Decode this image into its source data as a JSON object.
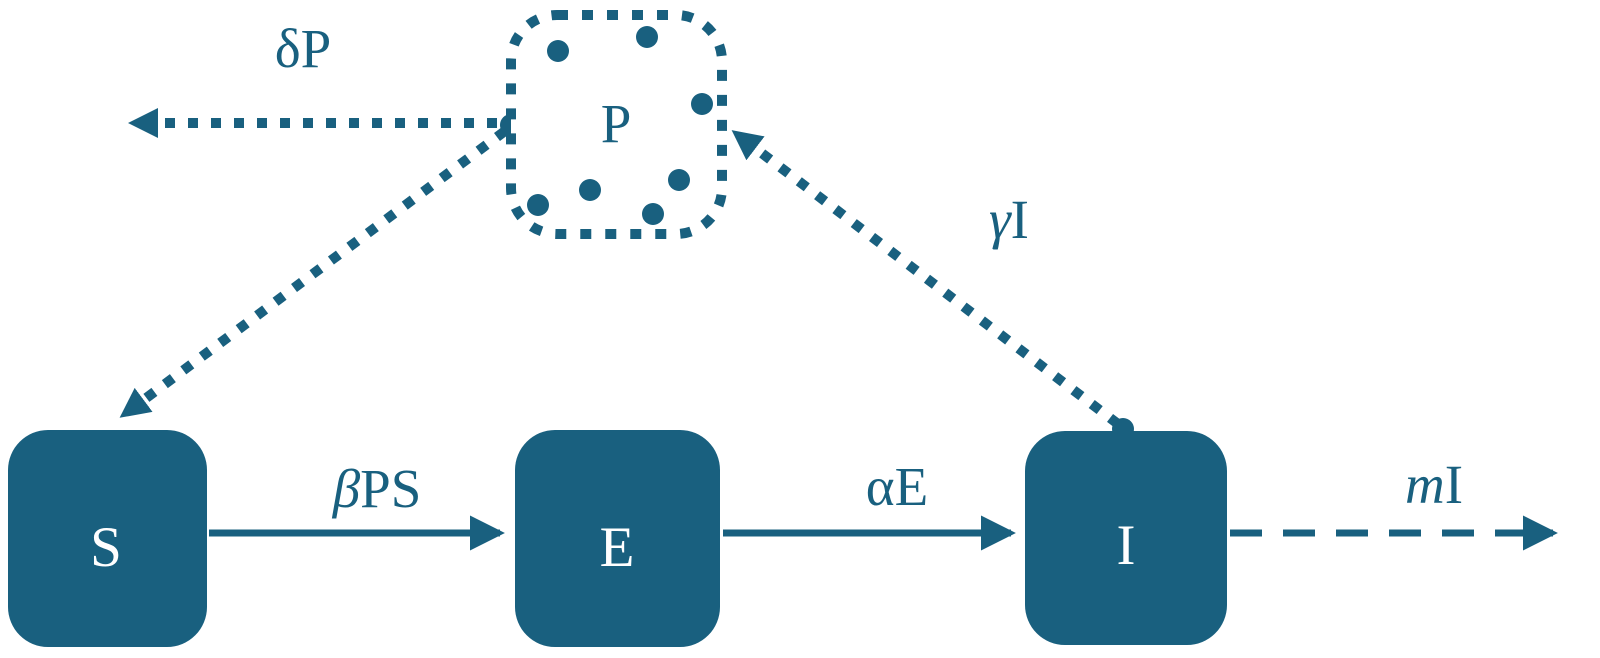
{
  "colors": {
    "accent": "#19607f",
    "background": "#ffffff",
    "node_text": "#ffffff"
  },
  "diagram": {
    "nodes": {
      "s": {
        "label": "S"
      },
      "e": {
        "label": "E"
      },
      "i": {
        "label": "I"
      },
      "p": {
        "label": "P"
      }
    },
    "edge_labels": {
      "delta_p": {
        "symbol": "δ",
        "rest": "P"
      },
      "beta_ps": {
        "symbol": "β",
        "rest": "PS"
      },
      "alpha_e": {
        "symbol": "α",
        "rest": "E"
      },
      "gamma_i": {
        "symbol": "γ",
        "rest": "I"
      },
      "m_i": {
        "symbol": "m",
        "rest": "I"
      }
    }
  }
}
